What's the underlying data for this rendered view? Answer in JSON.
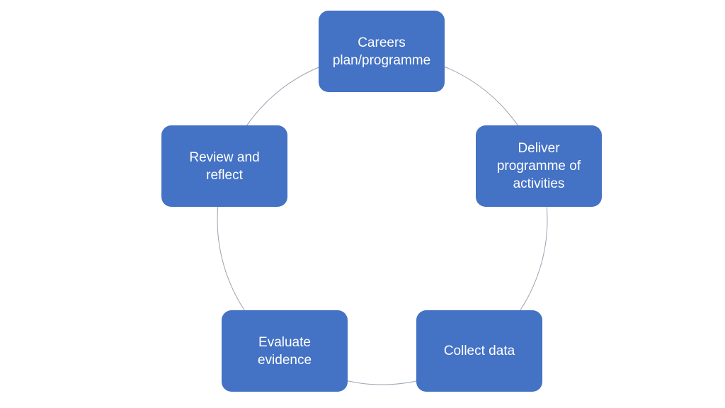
{
  "diagram": {
    "type": "cycle",
    "fill_color": "#4472C4",
    "line_color": "#9AA4B0",
    "steps": [
      {
        "label": "Careers\nplan/programme"
      },
      {
        "label": "Deliver\nprogramme of\nactivities"
      },
      {
        "label": "Collect data"
      },
      {
        "label": "Evaluate\nevidence"
      },
      {
        "label": "Review and\nreflect"
      }
    ]
  }
}
